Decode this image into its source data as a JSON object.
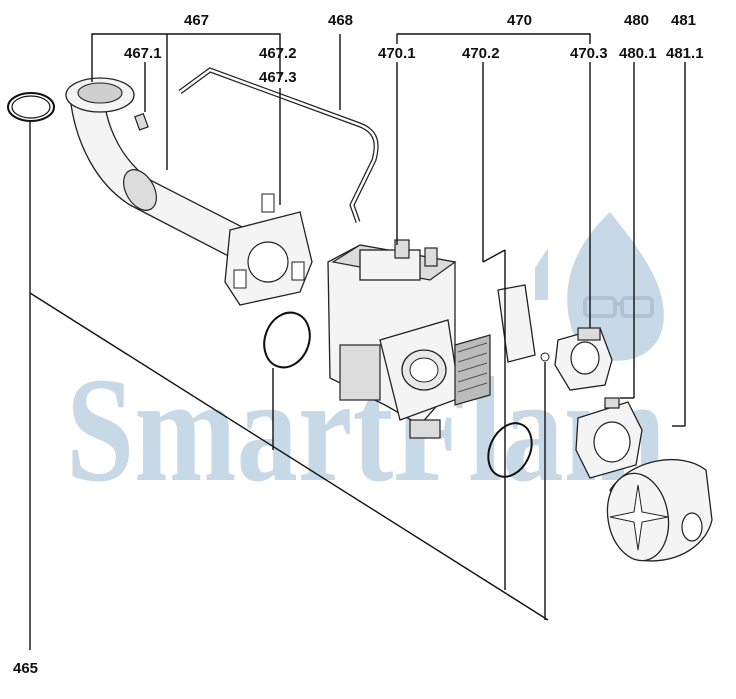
{
  "watermark": {
    "text": "SmartFlam",
    "color": "#9ab9d2"
  },
  "labels": {
    "l467": "467",
    "l467_1": "467.1",
    "l467_2": "467.2",
    "l467_3": "467.3",
    "l468": "468",
    "l470": "470",
    "l470_1": "470.1",
    "l470_2": "470.2",
    "l470_3": "470.3",
    "l480": "480",
    "l480_1": "480.1",
    "l481": "481",
    "l481_1": "481.1",
    "l465": "465"
  }
}
